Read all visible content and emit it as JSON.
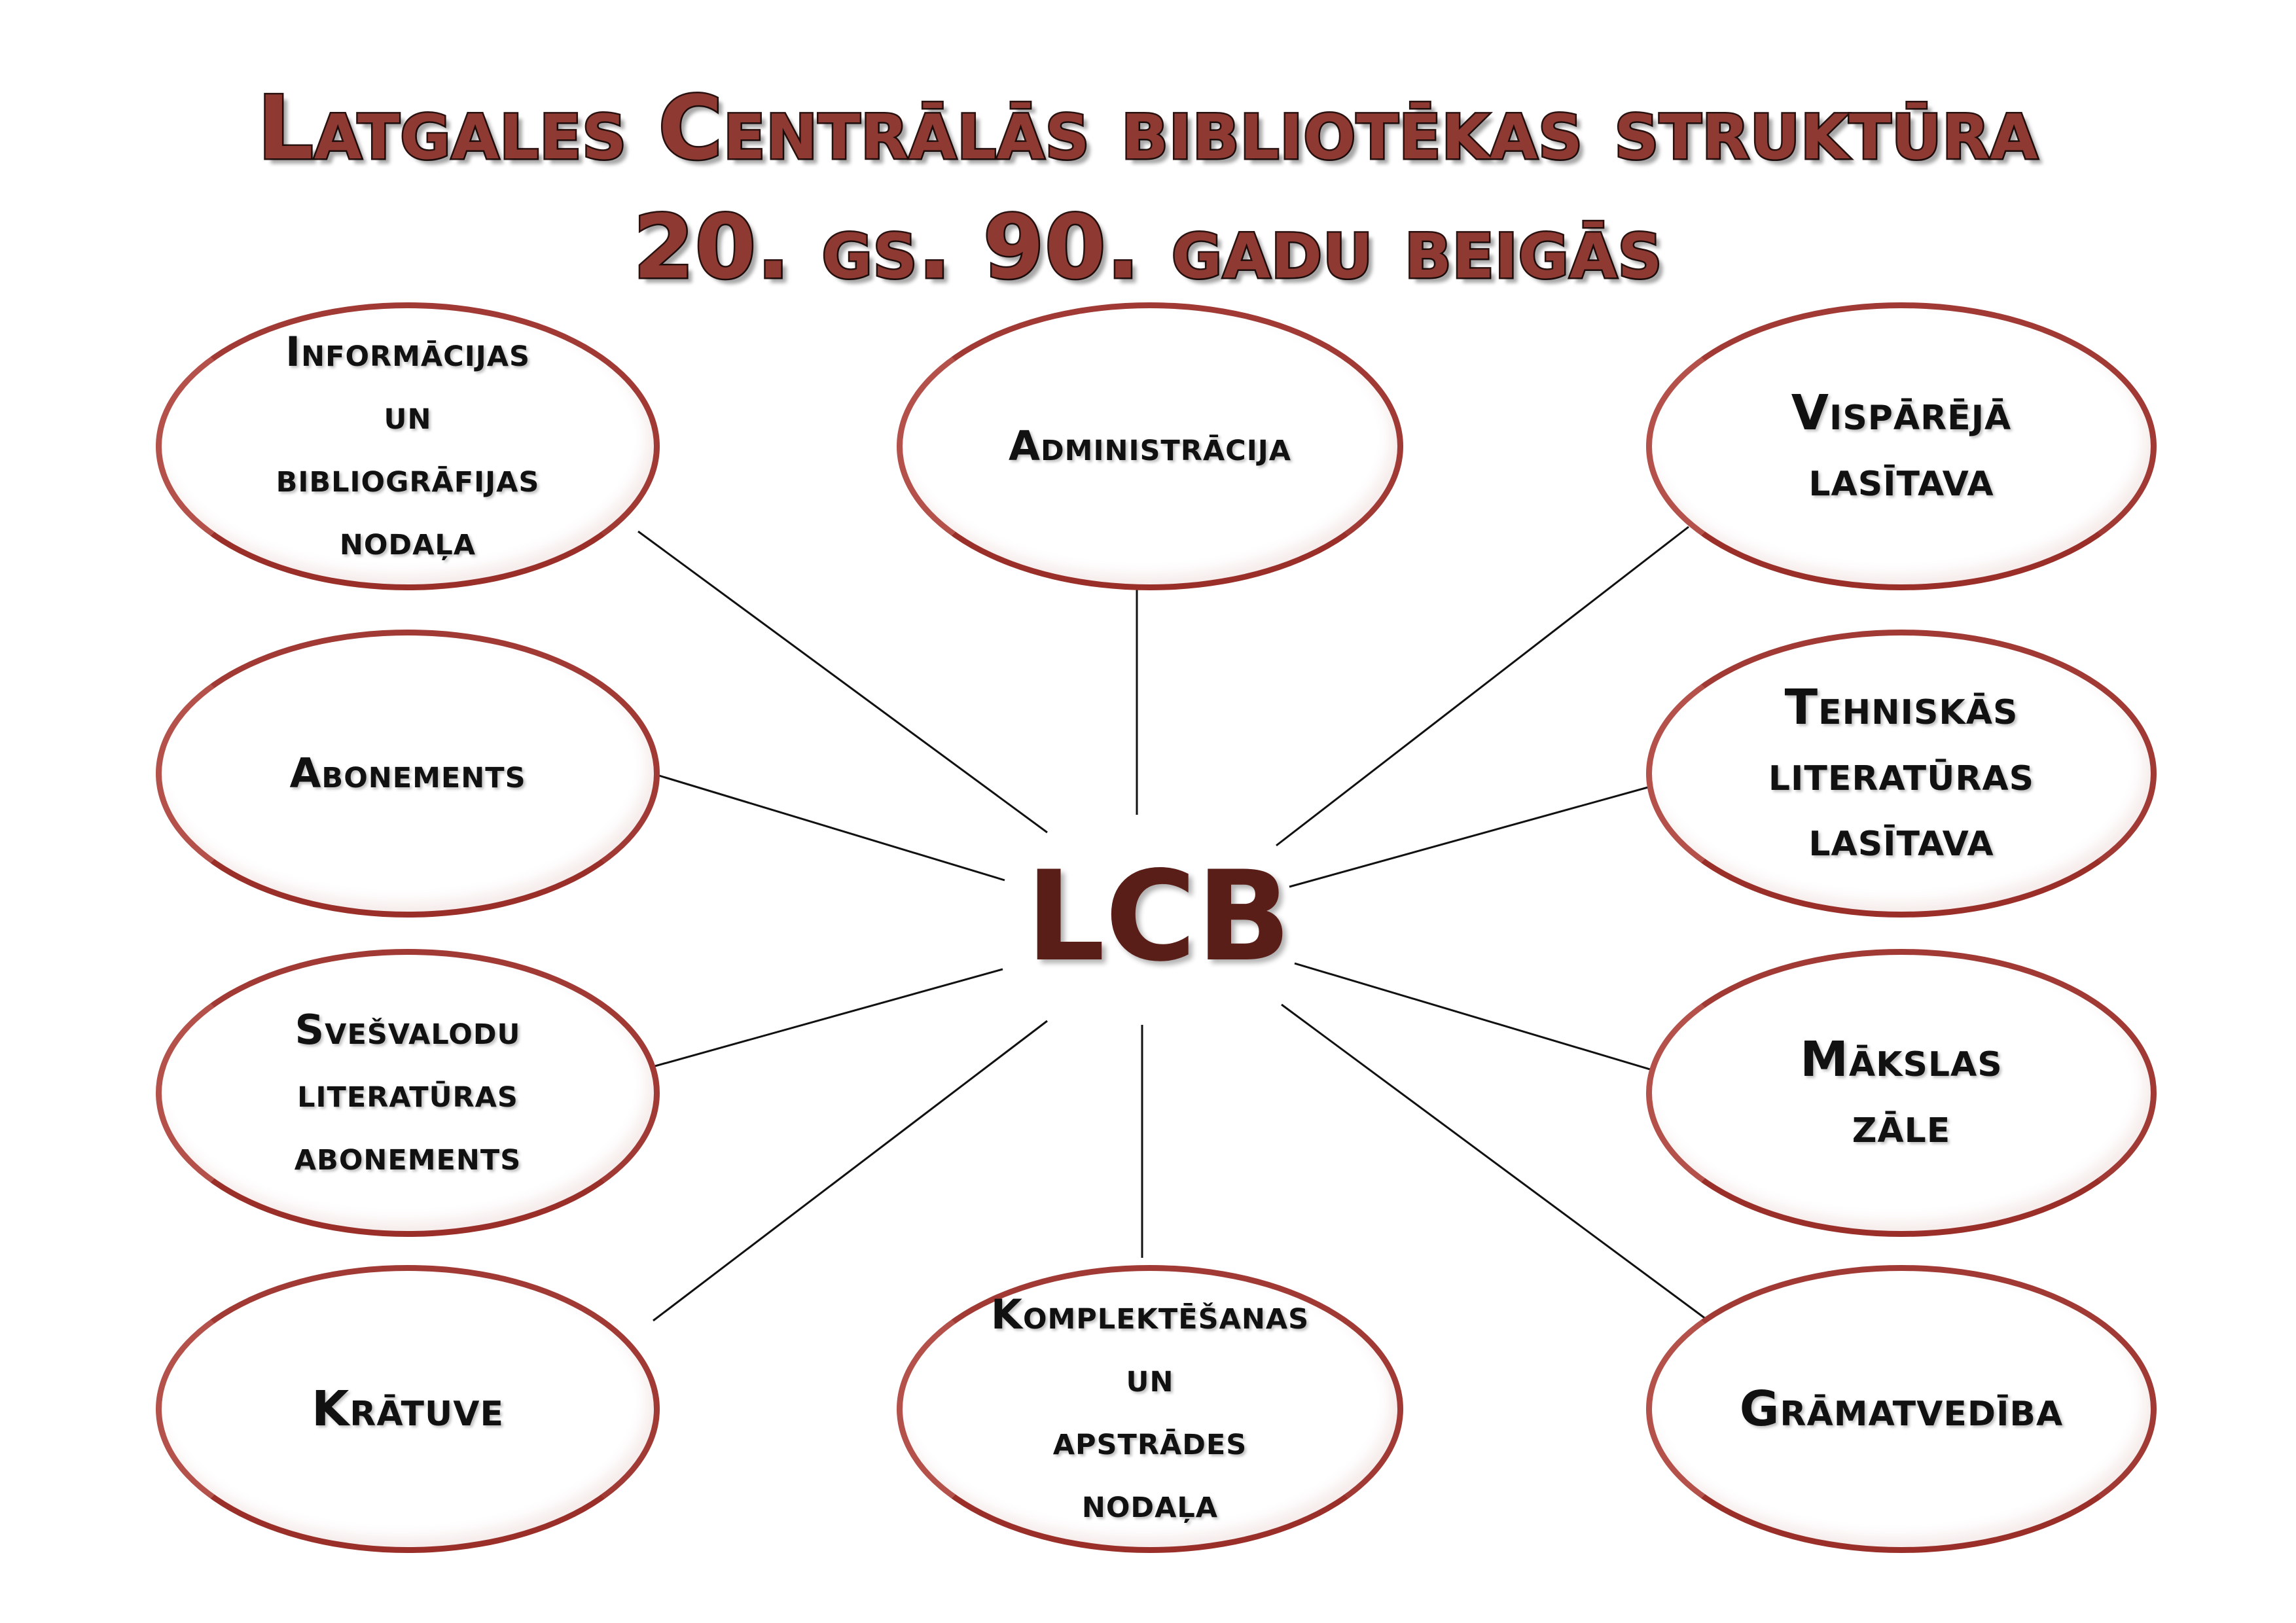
{
  "title": {
    "line1": "Latgales Centrālās bibliotēkas struktūra",
    "line2": "20. gs. 90. gadu beigās"
  },
  "center": {
    "label": "LCB"
  },
  "nodes": [
    {
      "label": "Informācijas\nun\nbibliogrāfijas\nnodaļa"
    },
    {
      "label": "Administrācija"
    },
    {
      "label": "Vispārējā\nlasītava"
    },
    {
      "label": "Abonements"
    },
    {
      "label": "Tehniskās\nliteratūras\nlasītava"
    },
    {
      "label": "Svešvalodu\nliteratūras\nabonements"
    },
    {
      "label": "Mākslas\nzāle"
    },
    {
      "label": "Krātuve"
    },
    {
      "label": "Komplektēšanas\nun\napstrādes\nnodaļa"
    },
    {
      "label": "Grāmatvedība"
    }
  ],
  "colors": {
    "accent": "#a13a34",
    "title_fill": "#8e3a32",
    "center_text": "#5a1e18",
    "line": "#111111"
  }
}
